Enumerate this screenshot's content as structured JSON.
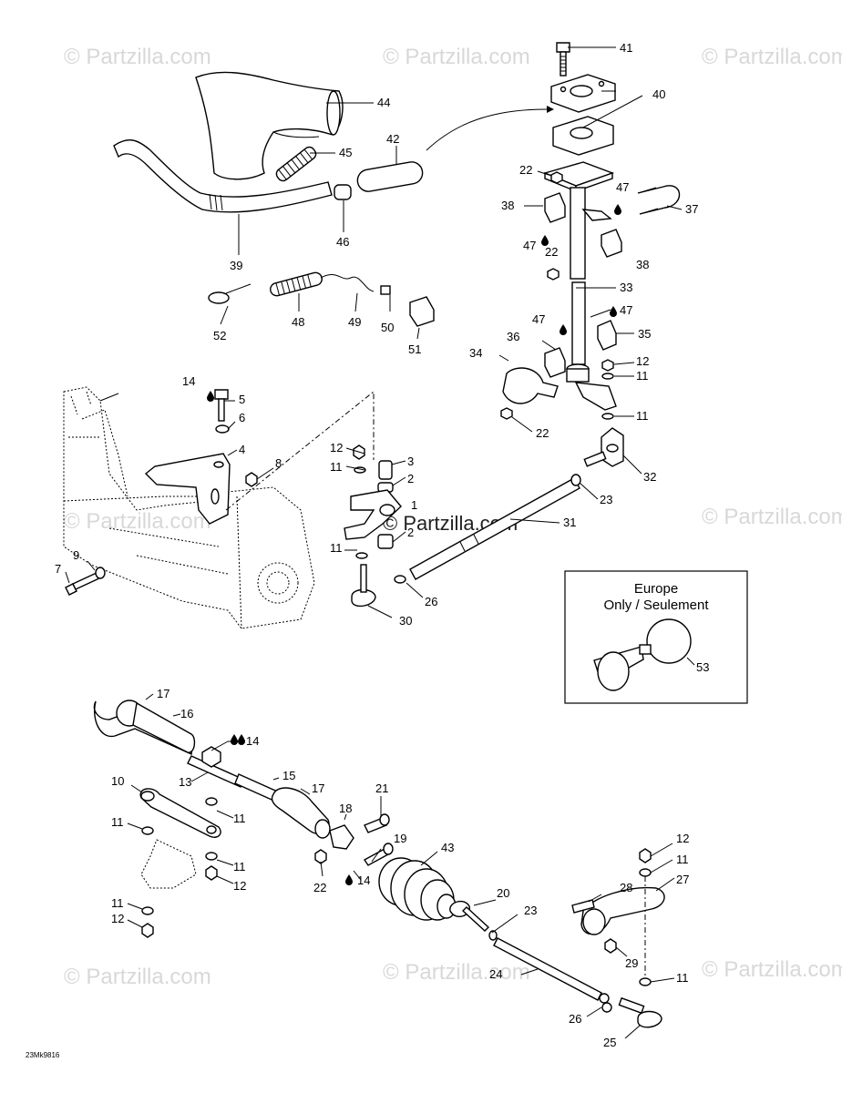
{
  "watermark": "© Partzilla.com",
  "center_watermark": "© Partzilla.com",
  "inset": {
    "line1": "Europe",
    "line2": "Only / Seulement"
  },
  "drawing_code": "23Mk9816",
  "callouts": [
    "1",
    "2",
    "2",
    "3",
    "4",
    "5",
    "6",
    "7",
    "8",
    "9",
    "10",
    "11",
    "11",
    "11",
    "11",
    "11",
    "11",
    "11",
    "11",
    "11",
    "11",
    "12",
    "12",
    "12",
    "12",
    "12",
    "13",
    "14",
    "14",
    "14",
    "15",
    "16",
    "17",
    "17",
    "18",
    "19",
    "20",
    "21",
    "22",
    "22",
    "22",
    "22",
    "23",
    "23",
    "24",
    "25",
    "26",
    "26",
    "27",
    "28",
    "29",
    "30",
    "31",
    "32",
    "33",
    "34",
    "35",
    "36",
    "37",
    "38",
    "38",
    "39",
    "40",
    "41",
    "42",
    "43",
    "44",
    "45",
    "46",
    "47",
    "47",
    "47",
    "47",
    "48",
    "49",
    "50",
    "51",
    "52",
    "53"
  ],
  "icons": [
    "oil-drop-icon",
    "copyright-icon"
  ]
}
